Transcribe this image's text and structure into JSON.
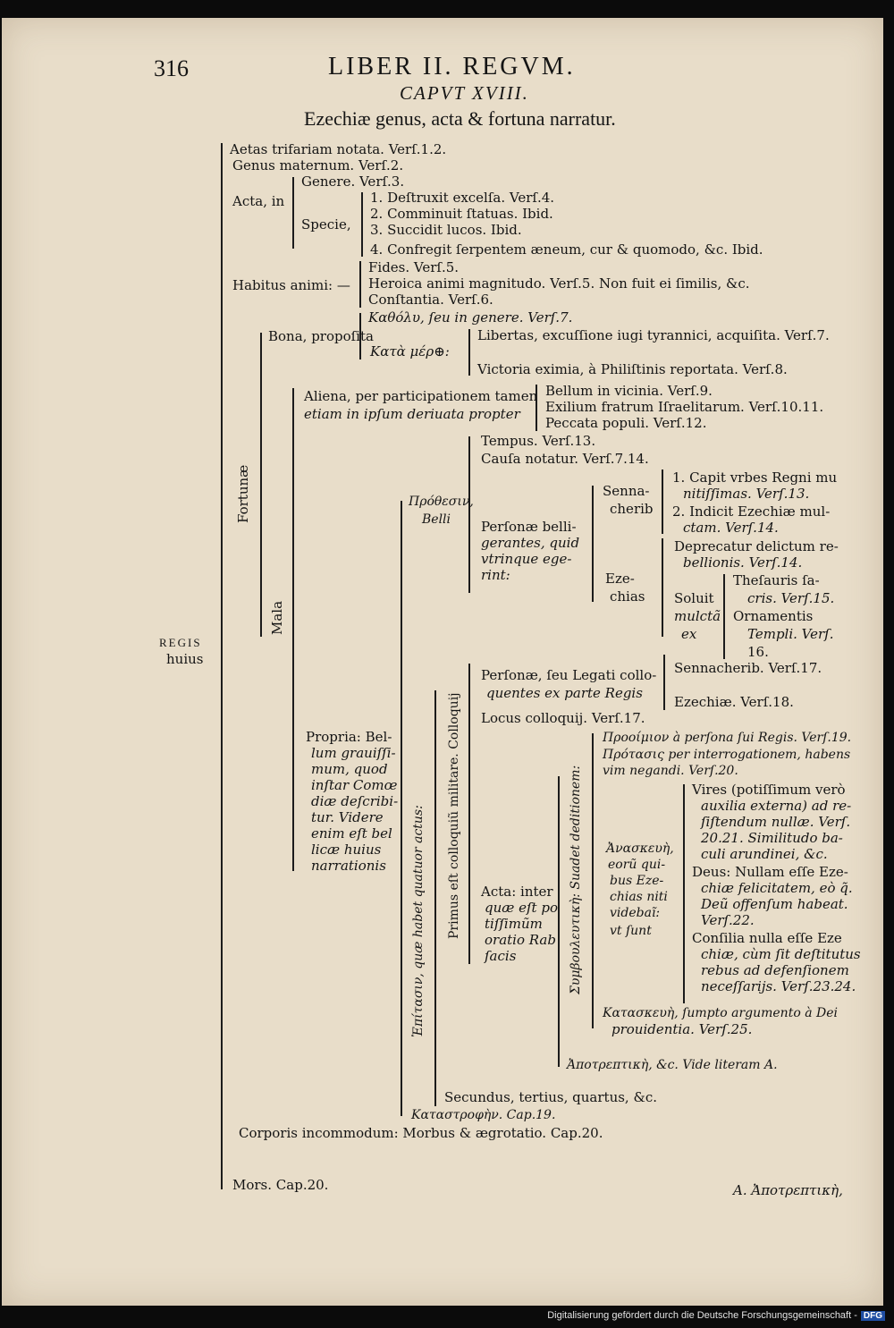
{
  "header": {
    "page_number": "316",
    "running_title": "LIBER II. REGVM.",
    "chapter": "CAPVT XVIII.",
    "subtitle": "Ezechiæ genus, acta & fortuna narratur."
  },
  "root_label": [
    "REGIS",
    "huius"
  ],
  "tree": {
    "aetas": "Aetas trifariam notata. Verſ.1.2.",
    "genus": "Genus maternum. Verſ.2.",
    "acta_label": "Acta, in",
    "genere": "Genere. Verſ.3.",
    "specie_label": "Specie,",
    "specie_items": [
      "1. Deſtruxit excelſa. Verſ.4.",
      "2. Comminuit ſtatuas. Ibid.",
      "3. Succidit lucos. Ibid.",
      "4. Confregit ſerpentem æneum, cur & quomodo, &c. Ibid."
    ],
    "habitus_label": "Habitus animi: —",
    "habitus_items": [
      "Fides. Verſ.5.",
      "Heroica animi magnitudo. Verſ.5. Non fuit ei ſimilis, &c.",
      "Conſtantia. Verſ.6."
    ],
    "fortunae": "Fortunæ",
    "bona_label": "Bona, propoſita",
    "katholou": "Καθόλυ, ſeu in genere. Verſ.7.",
    "kata_meros": "Κατὰ μέρ⊕:",
    "libertas": "Libertas, excuſſione iugi tyrannici, acquiſita. Verſ.7.",
    "victoria": "Victoria eximia, à Philiſtinis reportata. Verſ.8.",
    "mala": "Mala",
    "aliena_lines": [
      "Aliena, per participationem tamen",
      "etiam in ipſum deriuata propter"
    ],
    "aliena_items": [
      "Bellum in vicinia. Verſ.9.",
      "Exilium fratrum Iſraelitarum. Verſ.10.11.",
      "Peccata populi. Verſ.12."
    ],
    "propria_lines": [
      "Propria: Bel-",
      "lum grauiſſi-",
      "mum, quod",
      "inſtar Comœ",
      "diæ deſcribi-",
      "tur. Videre",
      "enim eſt bel",
      "licæ huius",
      "narrationis"
    ],
    "epitasis_vertical": "Ἐπίτασιν, quæ habet quatuor actus:",
    "protasis": [
      "Πρόθεσιν,",
      "Belli"
    ],
    "tempus": "Tempus. Verſ.13.",
    "causa": "Cauſa notatur. Verſ.7.14.",
    "personae_lines": [
      "Perſonæ belli-",
      "gerantes, quid",
      "vtrinque ege-",
      "rint:"
    ],
    "senna_lines": [
      "Senna-",
      "cherib"
    ],
    "senna_items": [
      "1. Capit vrbes Regni mu",
      "nitiſſimas. Verſ.13.",
      "2. Indicit Ezechiæ mul-",
      "ctam. Verſ.14."
    ],
    "ezechias_lines": [
      "Eze-",
      "chias"
    ],
    "deprecatur": [
      "Deprecatur delictum re-",
      "bellionis. Verſ.14."
    ],
    "soluit_lines": [
      "Soluit",
      "mulctã",
      "ex"
    ],
    "thesauris": [
      "Theſauris ſa-",
      "cris. Verſ.15."
    ],
    "ornamentis": [
      "Ornamentis",
      "Templi. Verſ.",
      "16."
    ],
    "primus_vertical": "Primus eſt colloquiũ militare. Colloquij",
    "legati": [
      "Perſonæ, ſeu Legati collo-",
      "quentes ex parte Regis"
    ],
    "sennacherib17": "Sennacherib. Verſ.17.",
    "ezechiae18": "Ezechiæ. Verſ.18.",
    "locus": "Locus colloquij. Verſ.17.",
    "acta_lines": [
      "Acta: inter",
      "quæ eſt po",
      "tiſſimũm",
      "oratio Rab",
      "ſacis"
    ],
    "symbouleutike_vertical": "Συμβουλευτικὴ: Suadet deditionem:",
    "prooimion": "Προοίμιον à perſona ſui Regis. Verſ.19.",
    "protasis2": [
      "Πρότασις per interrogationem, habens",
      "vim negandi. Verſ.20."
    ],
    "anaskeue": [
      "Ἀνασκευὴ,",
      "eorũ qui-",
      "bus Eze-",
      "chias niti",
      "videbaĩ:",
      "vt ſunt"
    ],
    "vires": [
      "Vires (potiſſimum verò",
      "auxilia externa) ad re-",
      "ſiſtendum nullæ. Verſ.",
      "20.21. Similitudo ba-",
      "culi arundinei, &c."
    ],
    "deus": [
      "Deus: Nullam eſſe Eze-",
      "chiæ felicitatem, eò q̃.",
      "Deũ offenſum habeat.",
      "Verſ.22."
    ],
    "consilia": [
      "Conſilia nulla eſſe Eze",
      "chiæ, cùm ſit deſtitutus",
      "rebus ad defenſionem",
      "neceſſarijs. Verſ.23.24."
    ],
    "kataskeue": [
      "Κατασκευὴ, ſumpto argumento à Dei",
      "prouidentia. Verſ.25."
    ],
    "apotreptike": "Ἀποτρεπτικὴ, &c. Vide literam A.",
    "secundus": "Secundus, tertius, quartus, &c.",
    "katastrophe": "Καταστροφὴν. Cap.19.",
    "corporis": "Corporis incommodum: Morbus & ægrotatio. Cap.20.",
    "mors": "Mors. Cap.20.",
    "catchword": "A. Ἀποτρεπτικὴ,"
  },
  "footer": {
    "text": "Digitalisierung gefördert durch die Deutsche Forschungsgemeinschaft -",
    "badge": "DFG"
  }
}
